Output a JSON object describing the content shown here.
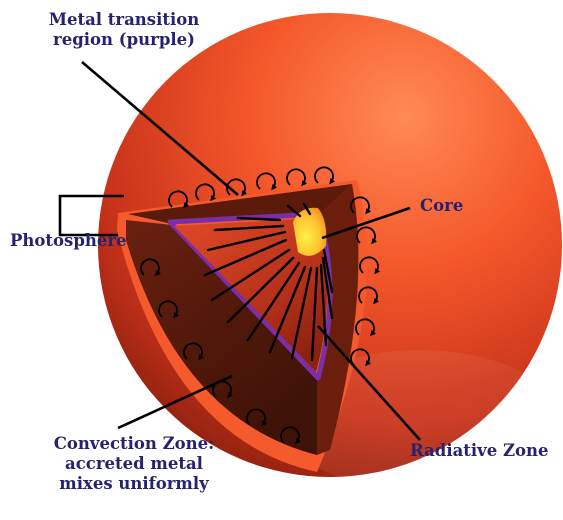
{
  "labels": {
    "metal_transition": [
      "Metal transition",
      "region (purple)"
    ],
    "photosphere": "Photosphere",
    "core": "Core",
    "convection": [
      "Convection Zone:",
      "accreted metal",
      "mixes uniformly"
    ],
    "radiative": "Radiative Zone"
  },
  "colors": {
    "label_text": "#25236f",
    "sphere_highlight": "#ff8a55",
    "sphere_mid": "#ef4a1c",
    "sphere_shadow": "#6e1708",
    "convection_zone": "#5b1a0a",
    "radiative_zone": "#c2361a",
    "metal_transition": "#7a2fa8",
    "core": "#ffd23a",
    "photosphere_rim": "#f55a2c",
    "leader_lines": "#000000"
  },
  "icons": [
    "curl-arrow-icon",
    "radial-line-icon"
  ]
}
